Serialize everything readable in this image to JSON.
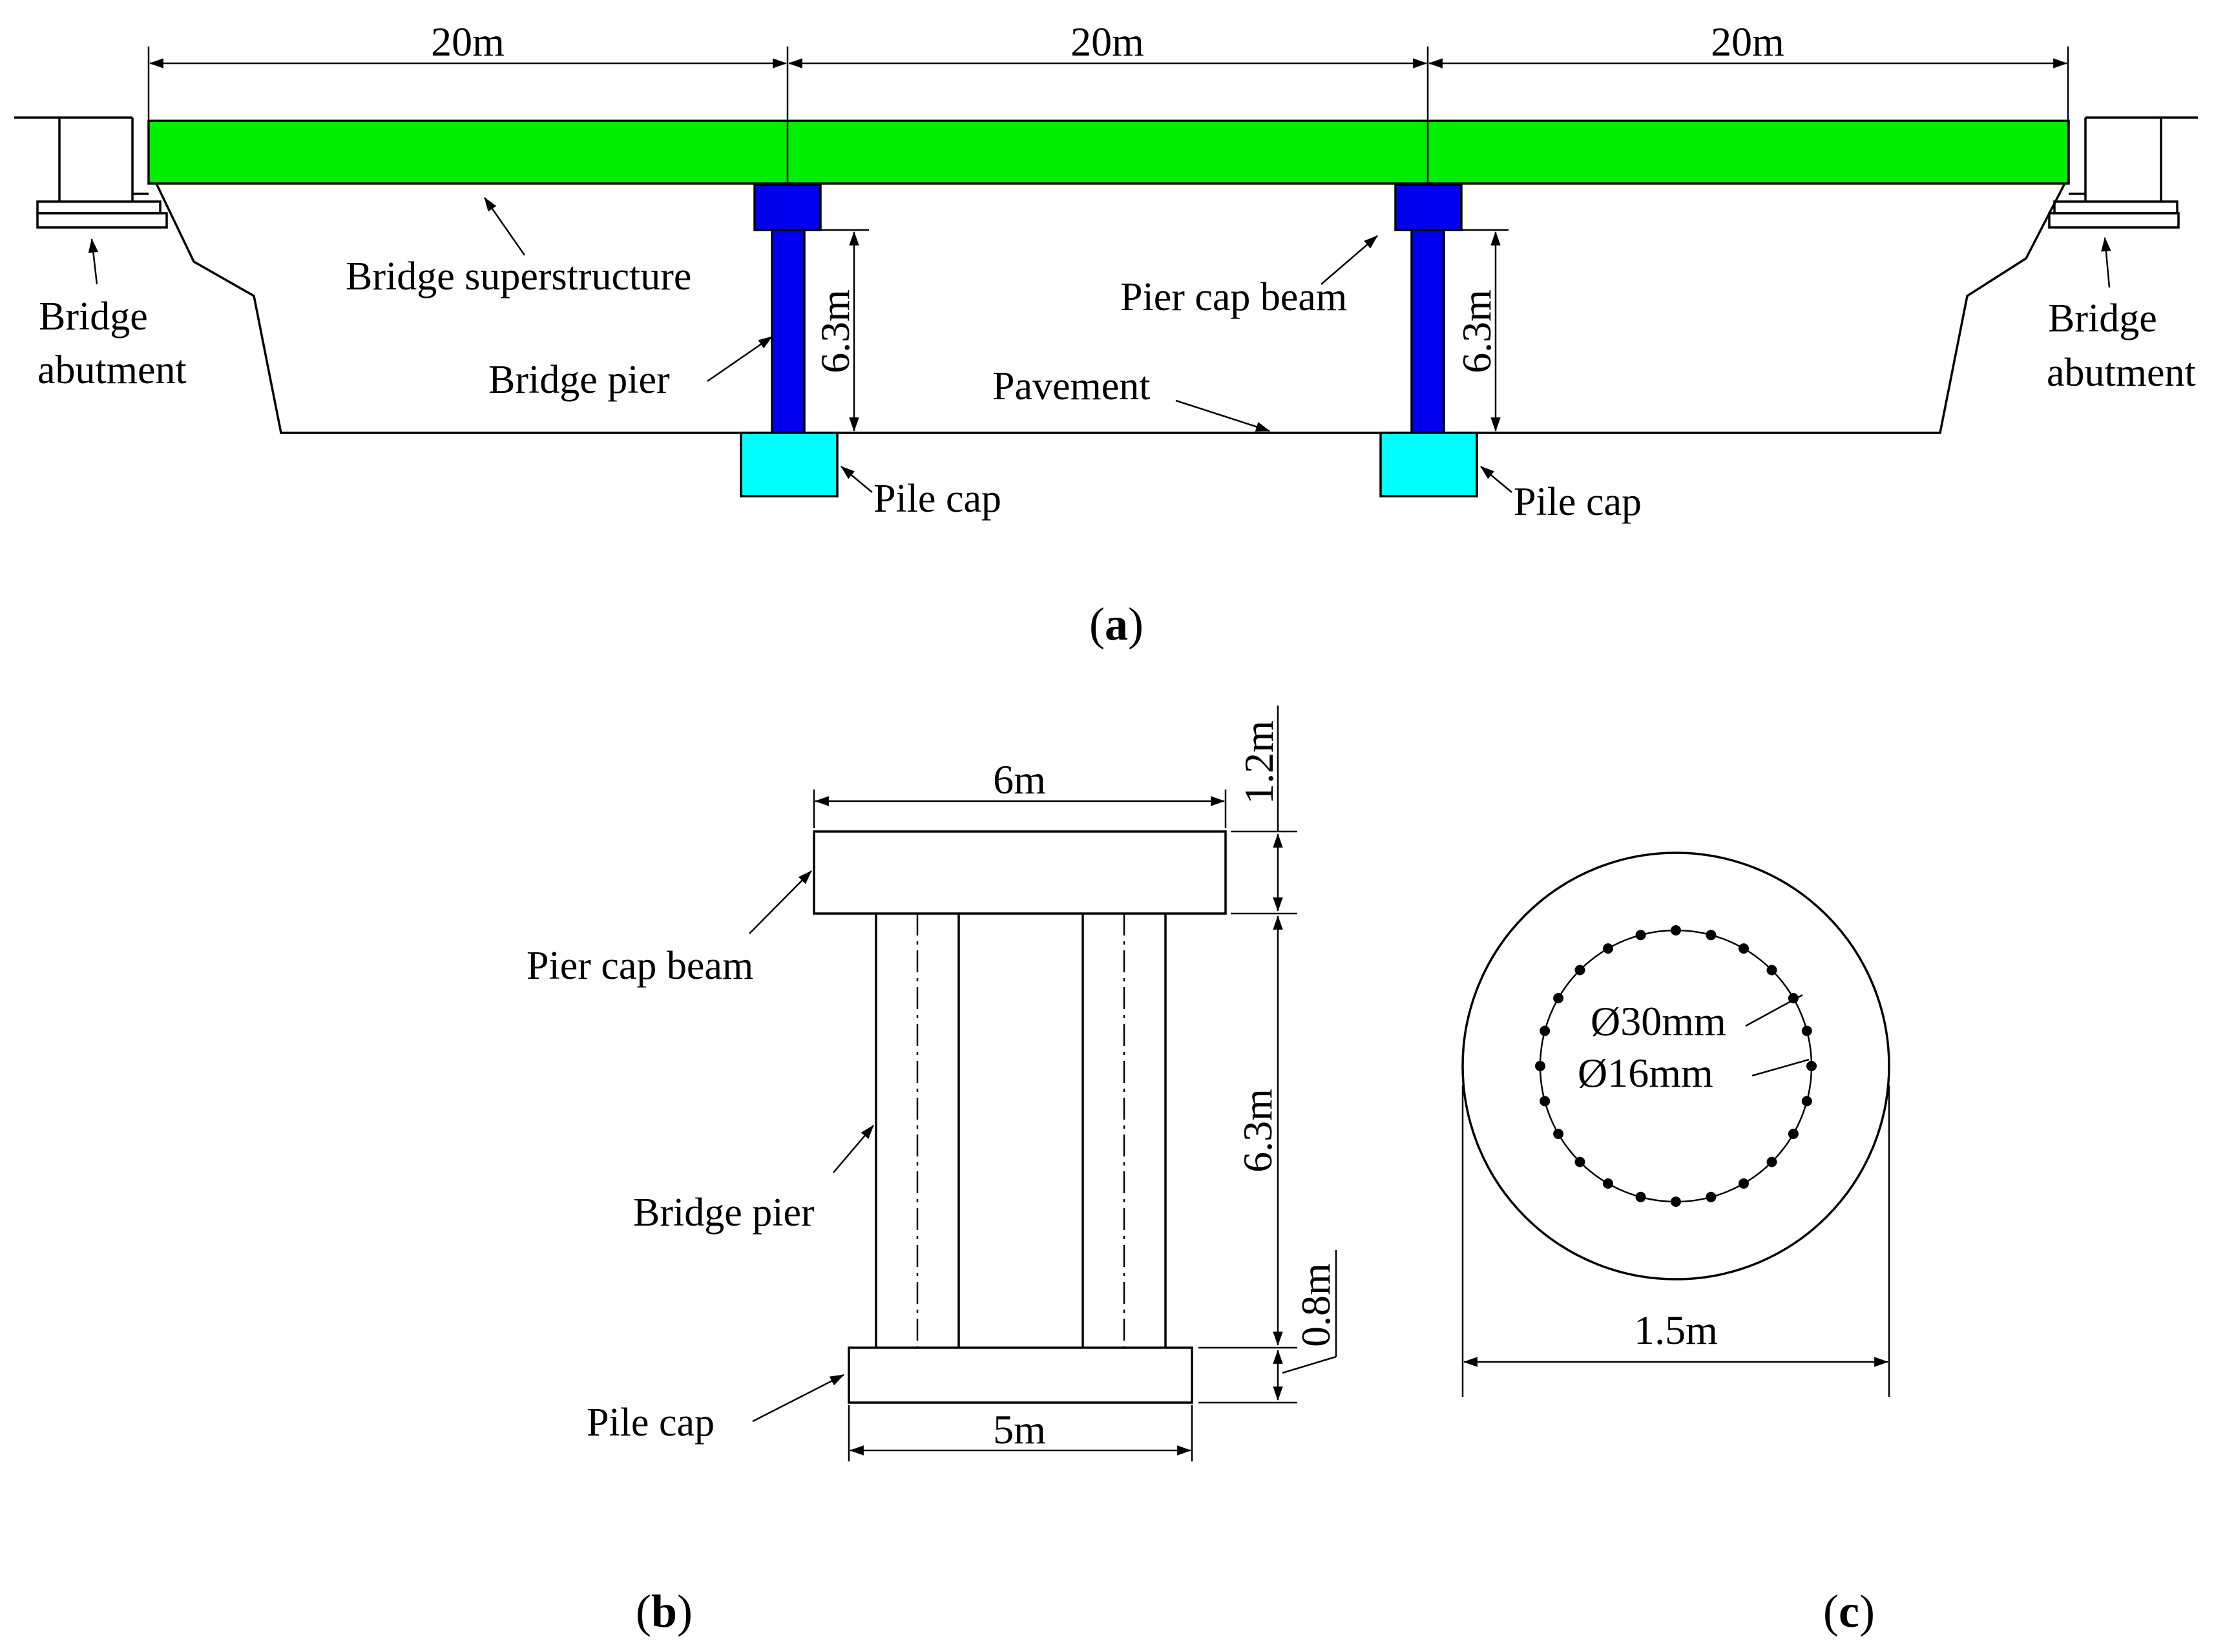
{
  "colors": {
    "superstructure": "#00ee00",
    "pier": "#0000ee",
    "pile_cap": "#00ffff",
    "line": "#000000"
  },
  "panel_a": {
    "spans": [
      "20m",
      "20m",
      "20m"
    ],
    "pier_heights": [
      "6.3m",
      "6.3m"
    ],
    "labels": {
      "abutment_left_1": "Bridge",
      "abutment_left_2": "abutment",
      "abutment_right_1": "Bridge",
      "abutment_right_2": "abutment",
      "superstructure": "Bridge superstructure",
      "pier": "Bridge pier",
      "pier_cap_beam": "Pier cap beam",
      "pavement": "Pavement",
      "pile_cap_1": "Pile cap",
      "pile_cap_2": "Pile cap"
    },
    "caption": "a"
  },
  "panel_b": {
    "cap_width": "6m",
    "cap_height": "1.2m",
    "pier_height": "6.3m",
    "pile_cap_height": "0.8m",
    "pile_cap_width": "5m",
    "labels": {
      "pier_cap_beam": "Pier cap beam",
      "bridge_pier": "Bridge pier",
      "pile_cap": "Pile cap"
    },
    "caption": "b"
  },
  "panel_c": {
    "diameter": "1.5m",
    "rebar_main": "Ø30mm",
    "rebar_tie": "Ø16mm",
    "caption": "c"
  }
}
